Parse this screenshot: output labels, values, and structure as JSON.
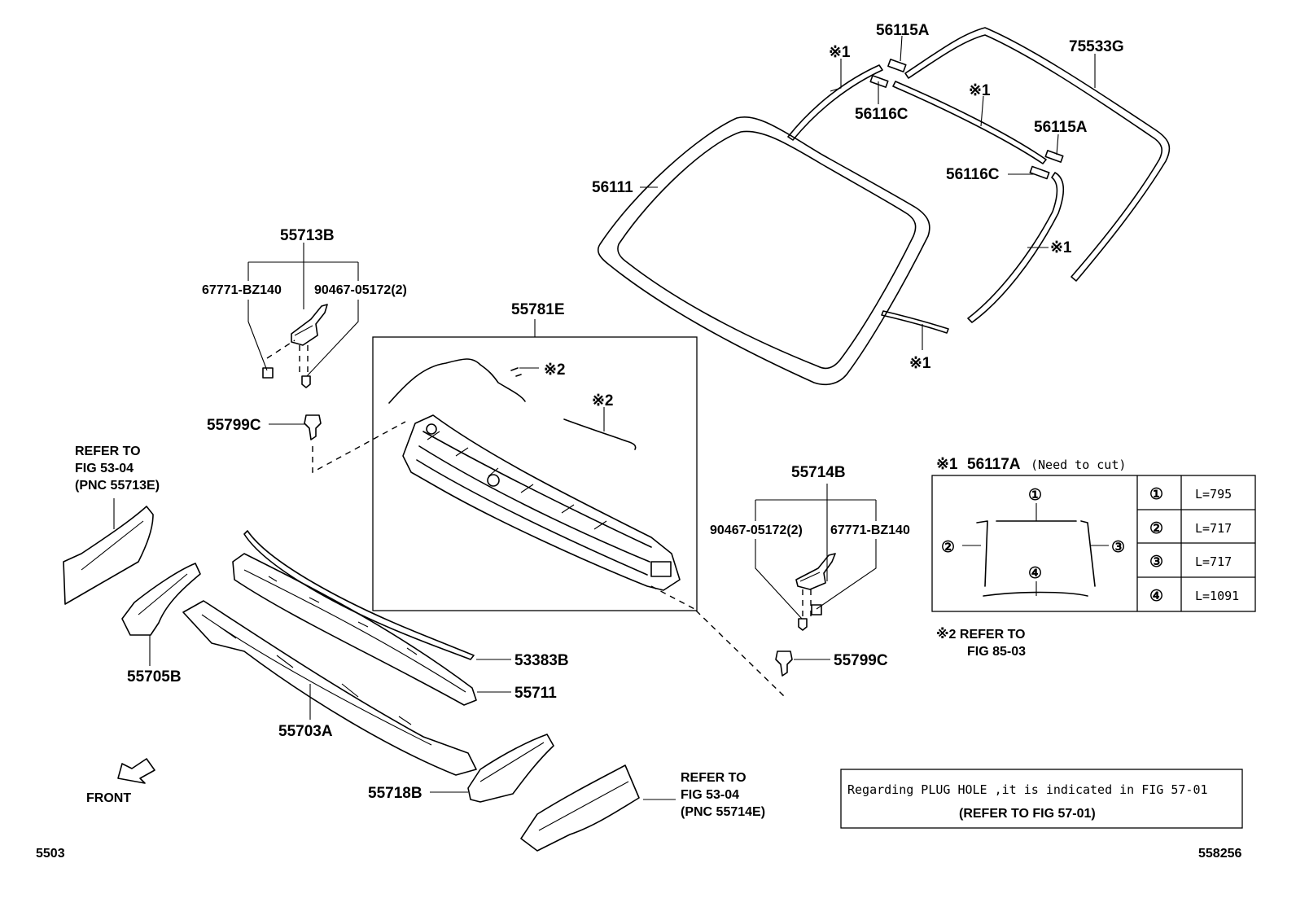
{
  "labels": {
    "p56115A_top": "56115A",
    "p75533G": "75533G",
    "note1_a": "※1",
    "p56116C_top": "56116C",
    "note1_b": "※1",
    "p56115A_right": "56115A",
    "p56116C_right": "56116C",
    "p56111": "56111",
    "note1_c": "※1",
    "note1_d": "※1",
    "p55713B": "55713B",
    "p67771_left": "67771-BZ140",
    "p90467_left": "90467-05172(2)",
    "p55781E": "55781E",
    "note2_a": "※2",
    "note2_b": "※2",
    "p55799C_left": "55799C",
    "refer_left_1": "REFER TO",
    "refer_left_2": "FIG 53-04",
    "refer_left_3": "(PNC 55713E)",
    "p55714B": "55714B",
    "p90467_right": "90467-05172(2)",
    "p67771_right": "67771-BZ140",
    "p55799C_right": "55799C",
    "p53383B": "53383B",
    "p55711": "55711",
    "p55705B": "55705B",
    "p55703A": "55703A",
    "front": "FRONT",
    "p55718B": "55718B",
    "refer_right_1": "REFER TO",
    "refer_right_2": "FIG 53-04",
    "refer_right_3": "(PNC 55714E)",
    "fig_left": "5503",
    "fig_right": "558256"
  },
  "cut_table": {
    "title_mark": "※1",
    "title_part": "56117A",
    "title_note": "(Need to cut)",
    "rows": [
      {
        "num": "①",
        "length": "L=795"
      },
      {
        "num": "②",
        "length": "L=717"
      },
      {
        "num": "③",
        "length": "L=717"
      },
      {
        "num": "④",
        "length": "L=1091"
      }
    ]
  },
  "note2": {
    "line1": "※2 REFER TO",
    "line2": "FIG 85-03"
  },
  "plug_note": {
    "line1": "Regarding PLUG HOLE ,it is indicated in FIG 57-01",
    "line2": "(REFER TO FIG 57-01)"
  }
}
